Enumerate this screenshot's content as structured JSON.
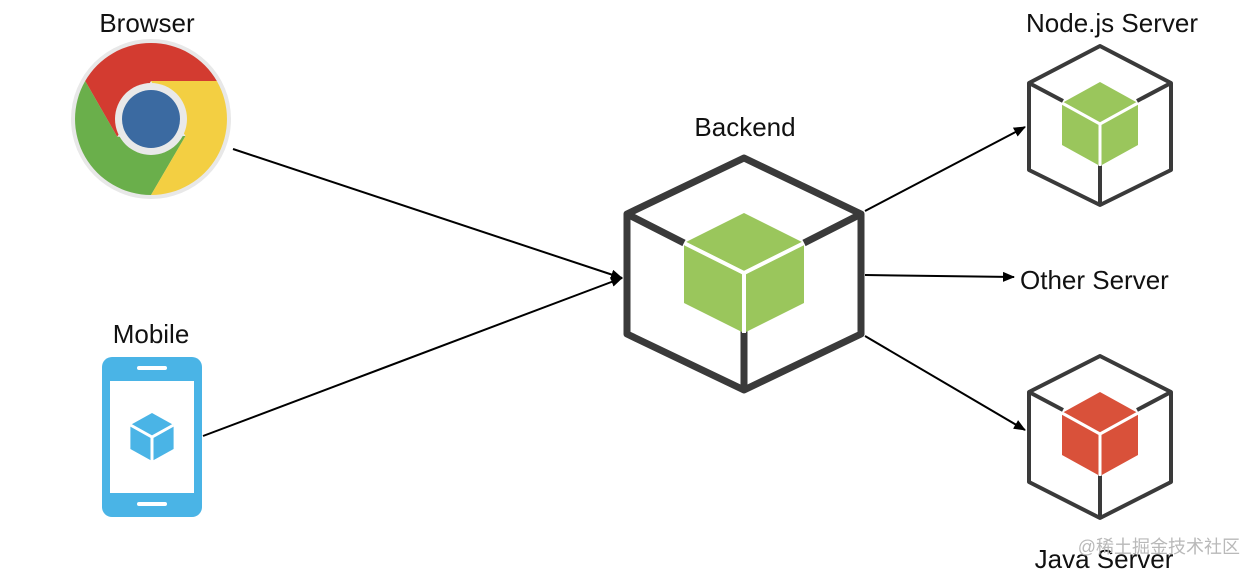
{
  "nodes": {
    "browser": {
      "label": "Browser",
      "icon": "chrome-browser-icon"
    },
    "mobile": {
      "label": "Mobile",
      "icon": "mobile-phone-icon"
    },
    "backend": {
      "label": "Backend",
      "icon": "cube-box-icon"
    },
    "node_server": {
      "label": "Node.js Server",
      "icon": "cube-box-icon"
    },
    "other_server": {
      "label": "Other Server"
    },
    "java_server": {
      "label": "Java Server",
      "icon": "cube-box-icon"
    }
  },
  "watermark": "@稀土掘金技术社区",
  "colors": {
    "outline": "#3a3a3a",
    "green_cube": "#9ac65c",
    "red_cube": "#d9513a",
    "mobile_blue": "#4ab4e6",
    "chrome_red": "#d33b30",
    "chrome_green": "#6aaf4b",
    "chrome_yellow": "#f3cf42",
    "chrome_blue": "#3b6aa1"
  }
}
